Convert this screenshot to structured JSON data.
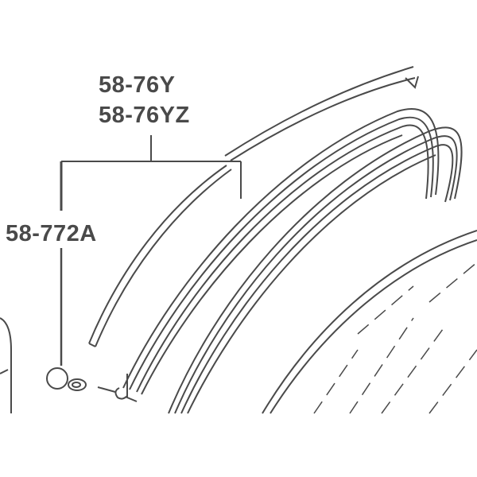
{
  "labels": {
    "part_a": "58-76Y",
    "part_b": "58-76YZ",
    "part_c": "58-772A"
  },
  "colors": {
    "line": "#4a4a4a",
    "background": "#ffffff"
  }
}
